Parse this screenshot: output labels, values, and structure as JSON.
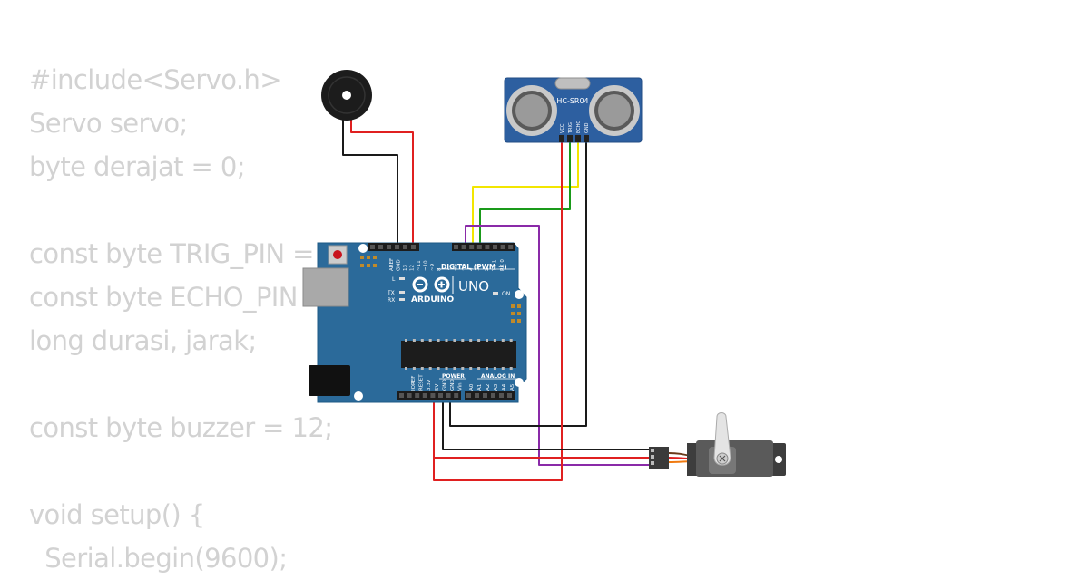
{
  "code_lines": [
    "#include<Servo.h>",
    "Servo servo;",
    "byte derajat = 0;",
    "",
    "const byte TRIG_PIN = 5;",
    "const byte ECHO_PIN = 4;",
    "long durasi, jarak;",
    "",
    "const byte buzzer = 12;",
    "",
    "void setup() {",
    "  Serial.begin(9600);"
  ],
  "arduino": {
    "brand": "ARDUINO",
    "model": "UNO",
    "digital_label": "DIGITAL (PWM ~)",
    "power_label": "POWER",
    "analog_label": "ANALOG IN",
    "on_label": "ON",
    "l_label": "L",
    "tx_label": "TX",
    "rx_label": "RX",
    "top_pin_labels": [
      "AREF",
      "GND",
      "13",
      "12",
      "~11",
      "~10",
      "~9",
      "8",
      "7",
      "~6",
      "~5",
      "4",
      "~3",
      "2",
      "TX 1",
      "RX 0"
    ],
    "power_pin_labels": [
      "IOREF",
      "RESET",
      "3.3V",
      "5V",
      "GND",
      "GND",
      "Vin"
    ],
    "analog_pin_labels": [
      "A0",
      "A1",
      "A2",
      "A3",
      "A4",
      "A5"
    ],
    "board_color": "#2b6a9a"
  },
  "ultrasonic": {
    "label": "HC-SR04",
    "pin_labels": [
      "VCC",
      "TRIG",
      "ECHO",
      "GND"
    ],
    "board_color": "#2d5fa0"
  },
  "wire_colors": {
    "red": "#e02020",
    "black": "#1a1a1a",
    "yellow": "#f2e600",
    "green": "#1a9a1a",
    "purple": "#8a2aa8"
  }
}
